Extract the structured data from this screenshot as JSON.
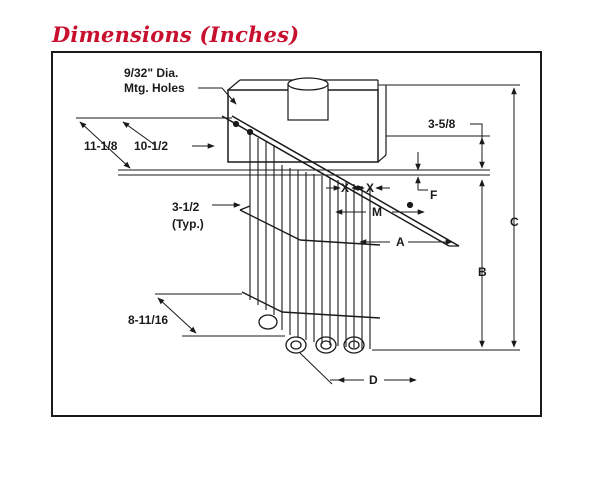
{
  "title": "Dimensions (Inches)",
  "labels": {
    "mtg_holes_line1": "9/32\" Dia.",
    "mtg_holes_line2": "Mtg. Holes",
    "dim_11_1_8": "11-1/8",
    "dim_10_1_2": "10-1/2",
    "dim_3_5_8": "3-5/8",
    "dim_x_left": "X",
    "dim_x_right": "X",
    "dim_f": "F",
    "dim_m": "M",
    "dim_3_1_2": "3-1/2",
    "dim_typ": "(Typ.)",
    "dim_a": "A",
    "dim_b": "B",
    "dim_c": "C",
    "dim_8_11_16": "8-11/16",
    "dim_d": "D"
  },
  "colors": {
    "title": "#c8102e",
    "line": "#1a1a1a"
  }
}
